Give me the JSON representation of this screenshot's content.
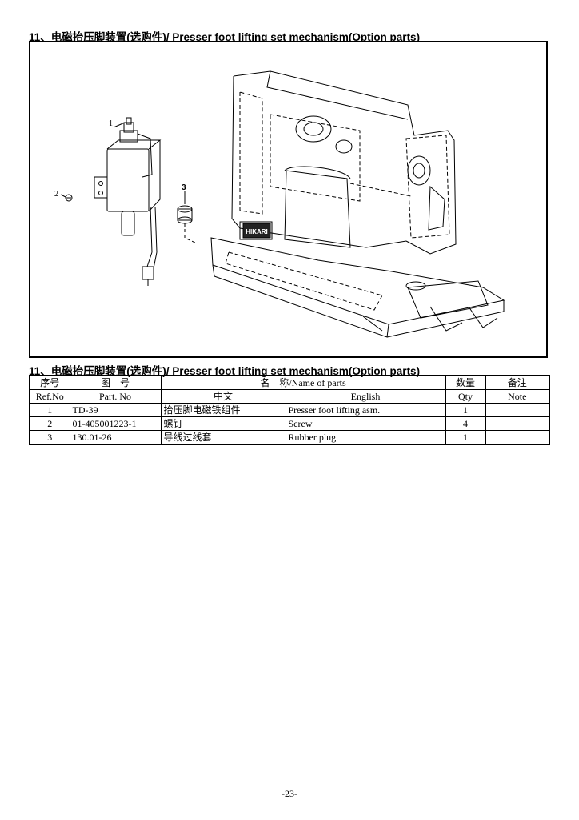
{
  "section_title": "11、电磁抬压脚装置(选购件)/ Presser foot lifting set mechanism(Option parts)",
  "table_title": "11、电磁抬压脚装置(选购件)/ Presser foot lifting set mechanism(Option parts)",
  "diagram": {
    "callouts": [
      "1",
      "2",
      "3"
    ],
    "machine_logo": "HIKARI"
  },
  "table": {
    "headers": {
      "ref_cn": "序号",
      "ref_en": "Ref.No",
      "part_cn": "图　号",
      "part_en": "Part. No",
      "name_group": "名　称/Name of parts",
      "name_cn": "中文",
      "name_en": "English",
      "qty_cn": "数量",
      "qty_en": "Qty",
      "note_cn": "备注",
      "note_en": "Note"
    },
    "rows": [
      {
        "ref": "1",
        "part_no": "TD-39",
        "name_cn": "抬压脚电磁铁组件",
        "name_en": "Presser foot lifting asm.",
        "qty": "1",
        "note": ""
      },
      {
        "ref": "2",
        "part_no": "01-405001223-1",
        "name_cn": "螺钉",
        "name_en": "Screw",
        "qty": "4",
        "note": ""
      },
      {
        "ref": "3",
        "part_no": "130.01-26",
        "name_cn": "导线过线套",
        "name_en": "Rubber plug",
        "qty": "1",
        "note": ""
      }
    ]
  },
  "page_number": "-23-"
}
